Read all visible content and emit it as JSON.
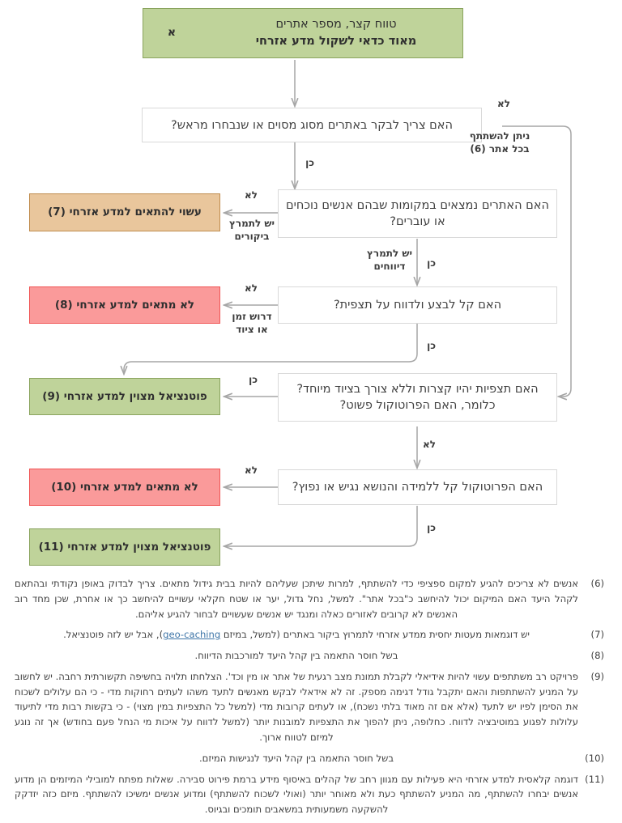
{
  "header": {
    "letter": "א",
    "line1": "טווח קצר, מספר אתרים",
    "line2": "מאוד כדאי לשקול מדע אזרחי"
  },
  "questions": [
    {
      "id": "q1",
      "text": "האם צריך לבקר באתרים מסוג מסוים או שנבחרו מראש?"
    },
    {
      "id": "q2",
      "text": "האם האתרים נמצאים במקומות שבהם אנשים נוכחים או עוברים?"
    },
    {
      "id": "q3",
      "text": "האם קל לבצע ולדווח על תצפית?"
    },
    {
      "id": "q4",
      "text": "האם תצפיות יהיו קצרות וללא צורך בציוד מיוחד? כלומר, האם הפרוטוקול פשוט?"
    },
    {
      "id": "q5",
      "text": "האם הפרוטוקול קל ללמידה והנושא נגיש או נפוץ?"
    }
  ],
  "outcomes": [
    {
      "id": "o7",
      "text": "עשוי להתאים למדע אזרחי (7)",
      "color": "orange"
    },
    {
      "id": "o8",
      "text": "לא מתאים למדע אזרחי (8)",
      "color": "red"
    },
    {
      "id": "o9",
      "text": "פוטנציאל מצוין למדע אזרחי (9)",
      "color": "green"
    },
    {
      "id": "o10",
      "text": "לא מתאים למדע אזרחי (10)",
      "color": "red"
    },
    {
      "id": "o11",
      "text": "פוטנציאל מצוין למדע אזרחי (11)",
      "color": "green"
    }
  ],
  "edge_labels": {
    "q1_no": "לא",
    "q1_no_outcome_l1": "ניתן להשתתף",
    "q1_no_outcome_l2": "בכל אתר (6)",
    "q1_yes": "כן",
    "q2_no": "לא",
    "q2_no_sub_l1": "יש לתמרץ",
    "q2_no_sub_l2": "ביקורים",
    "q2_yes": "כן",
    "q2_yes_sub_l1": "יש לתמרץ",
    "q2_yes_sub_l2": "דיווחים",
    "q3_no": "לא",
    "q3_no_sub_l1": "דרוש זמן",
    "q3_no_sub_l2": "או ציוד",
    "q3_yes": "כן",
    "q4_yes": "כן",
    "q4_no": "לא",
    "q5_no": "לא",
    "q5_yes": "כן"
  },
  "colors": {
    "green": "#bfd39a",
    "green_border": "#8aa45e",
    "orange": "#e9c69c",
    "orange_border": "#c08c4e",
    "red": "#fa9a9a",
    "red_border": "#f05555",
    "connector": "#a6a6a6",
    "box_border": "#d9d9d9",
    "link": "#3f76a8"
  },
  "footnotes": [
    {
      "num": "(6)",
      "text": "אנשים לא צריכים להגיע למקום ספציפי כדי להשתתף, למרות שיתכן שעליהם להיות בבית גידול מתאים. צריך לבדוק באופן נקודתי ובהתאם לקהל היעד האם המיקום יכול להיחשב כ\"בכל אתר\". למשל, נחל גדול, יער או שטח חקלאי עשויים להיחשב כך או אחרת, שכן מחד רוב האנשים לא קרובים לאזורים כאלה ומנגד יש אנשים שעשויים לבחור להגיע אליהם."
    },
    {
      "num": "(7)",
      "text_before": "יש דוגמאות מעטות יחסית ממדע אזרחי לתמרוץ ביקור באתרים (למשל, במיזם ",
      "link": "geo-caching",
      "text_after": "), אבל יש לזה פוטנציאל."
    },
    {
      "num": "(8)",
      "text": "בשל חוסר התאמה בין קהל היעד למורכבות הדיווח."
    },
    {
      "num": "(9)",
      "text": "פרויקט רב משתתפים עשוי להיות אידיאלי לקבלת תמונת מצב רגעית של אתר או מין וכד'. הצלחתו תלויה בחשיפה תקשורתית רחבה. יש לחשוב על המניע להשתתפות והאם יתקבל גודל דגימה מספק. זה לא אידאלי לבקש מאנשים לתעד משהו לעתים רחוקות מדי - כי הם עלולים לשכוח את הסימן לפיו יש לתעד (אלא אם זה מאוד בלתי נשכח), או לעתים קרובות מדי (למשל כל התצפיות במין מצוי) - כי בקשות רבות מדי לתיעוד עלולות לפגוע במוטיבציה לדווח. כחלופה, ניתן להפוך את התצפיות למובנות יותר (למשל לדווח על איכות מי הנחל פעם בחודש) אך זה נוגע למיזם לטווח ארוך."
    },
    {
      "num": "(10)",
      "text": "בשל חוסר התאמה בין קהל היעד לנגישות המיזם."
    },
    {
      "num": "(11)",
      "text": "דוגמה קלאסית למדע אזרחי היא פעילות עם מגוון רחב של קהלים באיסוף מידע ברמת פירוט סבירה. שאלות מפתח למובילי המיזמים הן מדוע אנשים יבחרו להשתתף, מה המניע להשתתף כעת ולא מאוחר יותר (ואולי לשכוח להשתתף) ומדוע אנשים ימשיכו להשתתף. מיזם כזה יזדקק להשקעה משמעותית במשאבים תומכים ובגיוס."
    }
  ]
}
